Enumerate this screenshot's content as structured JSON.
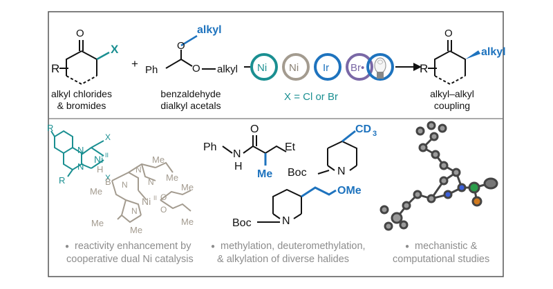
{
  "reaction": {
    "reactant1_label": [
      "alkyl chlorides",
      "& bromides"
    ],
    "reactant2_label": [
      "benzaldehyde",
      "dialkyl acetals"
    ],
    "product_label": [
      "alkyl–alkyl",
      "coupling"
    ],
    "condition": "X = Cl or Br",
    "plus": "+",
    "atoms": {
      "O": "O",
      "X": "X",
      "R": "R",
      "alkyl": "alkyl",
      "Ph": "Ph"
    },
    "catalysts": [
      "Ni",
      "Ni",
      "Ir",
      "Br•"
    ],
    "colors": {
      "teal": "#1a8f91",
      "taupe": "#a39b8f",
      "blue": "#1e73be",
      "purple": "#7a68a6",
      "black": "#111111",
      "grey_text": "#8c8c8c"
    }
  },
  "panels": {
    "left": {
      "bullet": "●",
      "lines": [
        "reactivity enhancement by",
        "cooperative dual Ni catalysis"
      ],
      "atoms": {
        "R": "R",
        "N": "N",
        "Ni": "Ni",
        "NiII": "II",
        "X": "X",
        "H": "H",
        "B": "B",
        "Me": "Me",
        "O": "O"
      }
    },
    "middle": {
      "bullet": "●",
      "lines": [
        "methylation, deuteromethylation,",
        "& alkylation of diverse halides"
      ],
      "atoms": {
        "Ph": "Ph",
        "N": "N",
        "H": "H",
        "O": "O",
        "Et": "Et",
        "Me": "Me",
        "CD3": "CD",
        "sub3": "3",
        "Boc": "Boc",
        "OMe": "OMe"
      }
    },
    "right": {
      "bullet": "●",
      "lines": [
        "mechanistic &",
        "computational studies"
      ]
    }
  }
}
